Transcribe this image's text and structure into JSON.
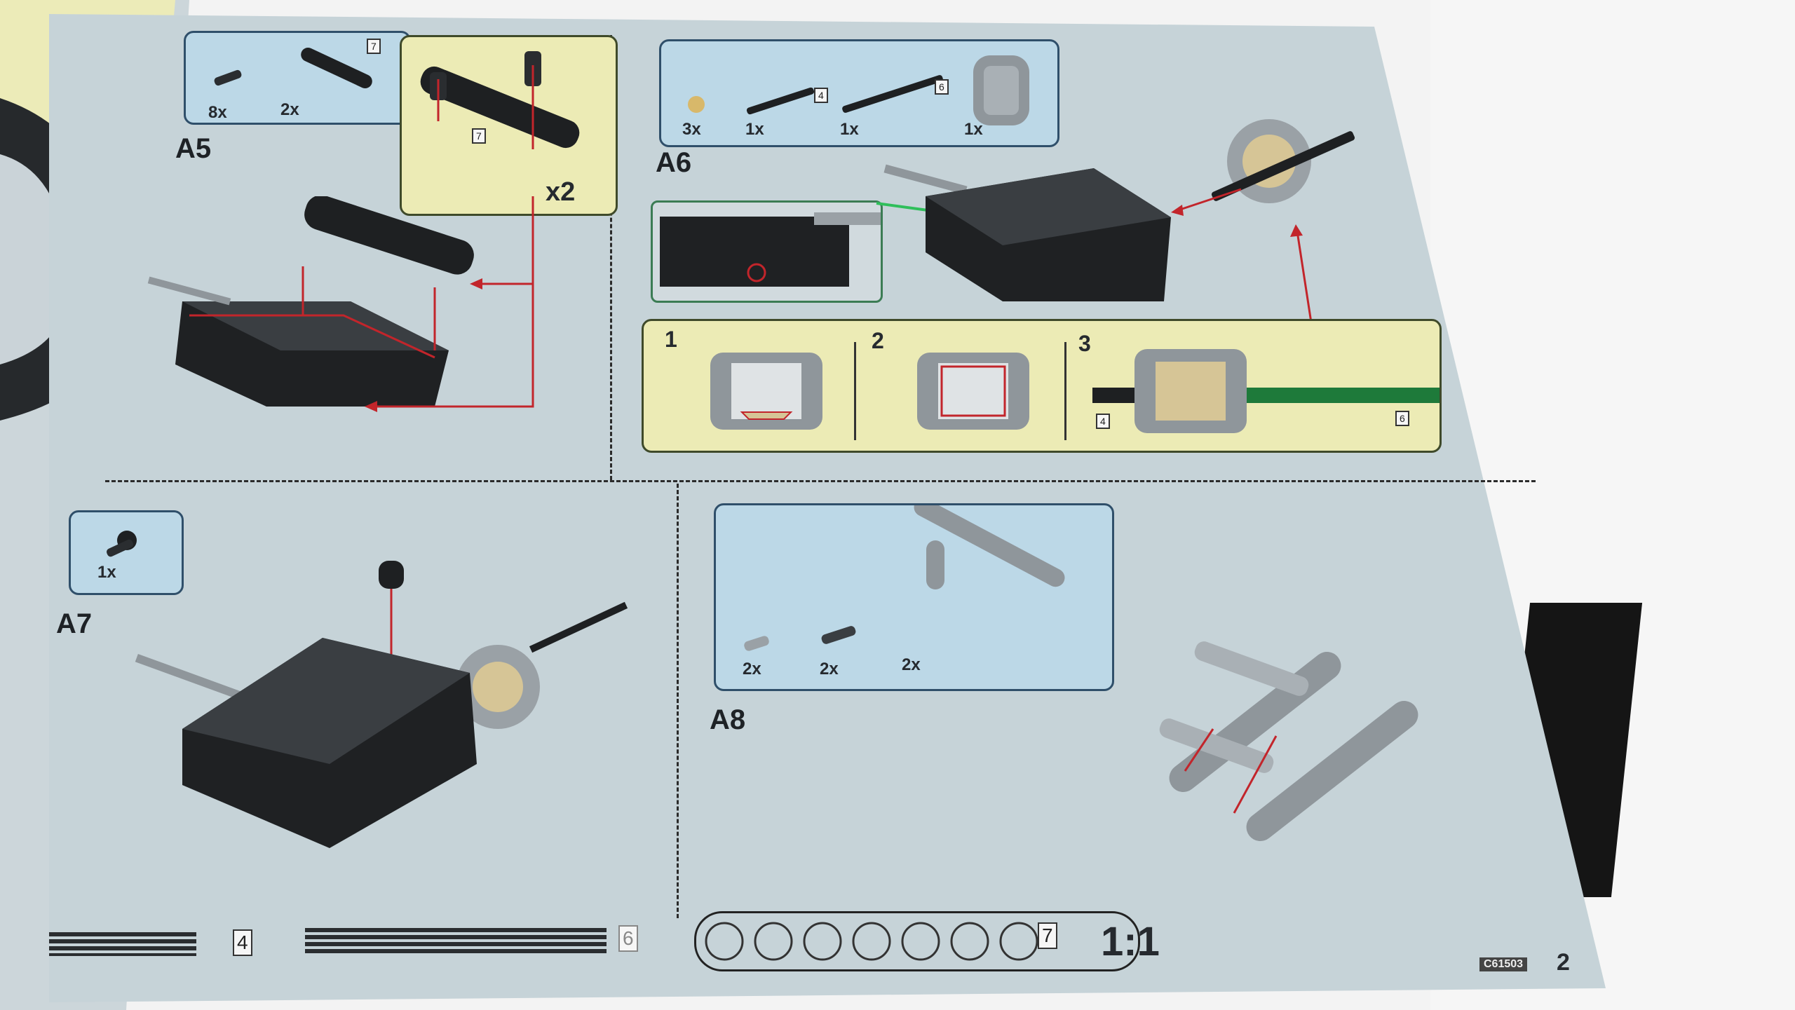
{
  "steps": {
    "a5": {
      "label": "A5",
      "parts": [
        {
          "count": "8x"
        },
        {
          "count": "2x",
          "box": "7"
        }
      ],
      "sub_box": "7",
      "multiplier": "x2"
    },
    "a6": {
      "label": "A6",
      "parts": [
        {
          "count": "3x"
        },
        {
          "count": "1x",
          "box": "4"
        },
        {
          "count": "1x",
          "box": "6"
        },
        {
          "count": "1x"
        }
      ],
      "substeps": [
        {
          "num": "1"
        },
        {
          "num": "2"
        },
        {
          "num": "3",
          "left_box": "4",
          "right_box": "6"
        }
      ]
    },
    "a7": {
      "label": "A7",
      "parts": [
        {
          "count": "1x"
        }
      ]
    },
    "a8": {
      "label": "A8",
      "parts": [
        {
          "count": "2x"
        },
        {
          "count": "2x"
        },
        {
          "count": "2x"
        }
      ]
    }
  },
  "prev_page_multiplier": "x2",
  "footer": {
    "box_4": "4",
    "box_6": "6",
    "box_7": "7",
    "scale": "1:1",
    "page_code": "C61503",
    "page_number": "2"
  },
  "colors": {
    "page": "#c6d3d8",
    "blue_panel": "#bcd8e7",
    "yellow_panel": "#ecebb5",
    "arrow_red": "#c2252b",
    "part_black": "#1e2022",
    "part_gray": "#8f969b"
  }
}
